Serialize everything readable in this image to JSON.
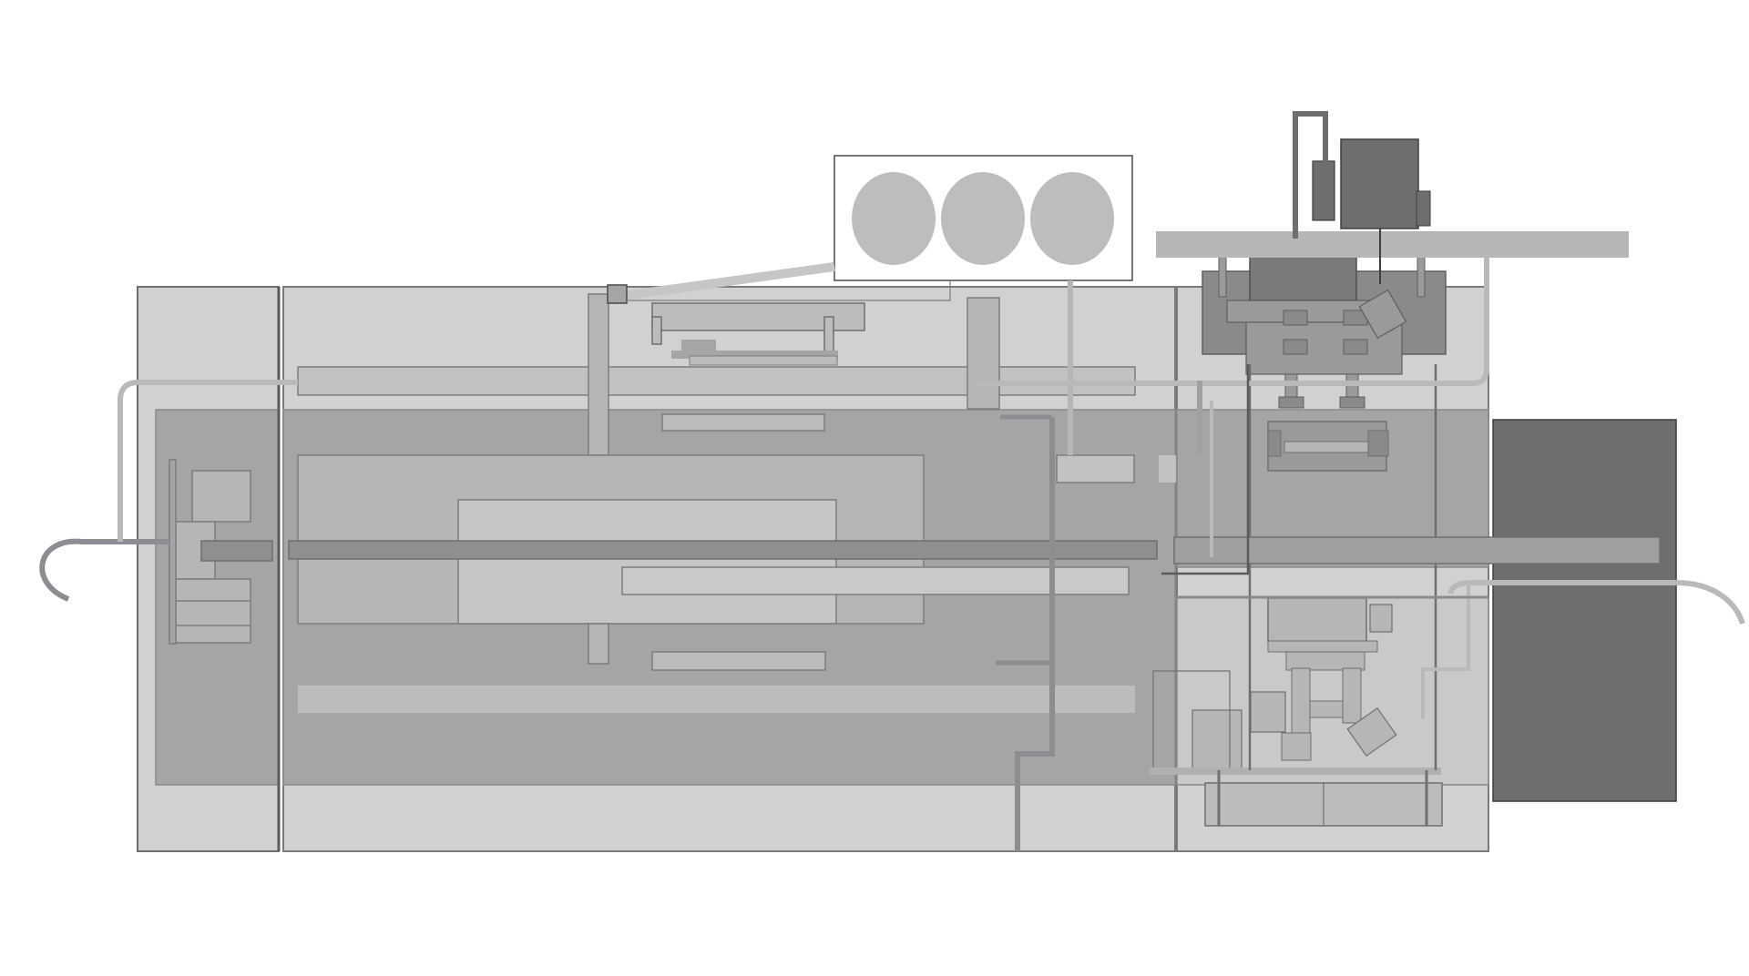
{
  "diagram": {
    "type": "grayscale-schematic",
    "has_text_labels": false,
    "background_color": "#ffffff",
    "palette": {
      "frame_light": "#d2d1d2",
      "frame_mid": "#a5a5a6",
      "frame_dark": "#8f8f90",
      "module_dark": "#6e6e6f",
      "outline": "#6f6f70",
      "pipe": "#8b8d93",
      "pipe_light": "#b9b9ba",
      "circle_fill": "#bdbdbd"
    },
    "regions": [
      {
        "id": "left-end-housing",
        "tone": "frame_light"
      },
      {
        "id": "main-housing",
        "tone": "frame_light"
      },
      {
        "id": "right-housing",
        "tone": "frame_light"
      },
      {
        "id": "right-end-module",
        "tone": "module_dark"
      },
      {
        "id": "gauge-panel",
        "tone": "background",
        "circle_count": 3
      },
      {
        "id": "top-motor-unit",
        "tone": "module_dark"
      }
    ],
    "icons": [
      "circle-gauge-icon"
    ]
  }
}
